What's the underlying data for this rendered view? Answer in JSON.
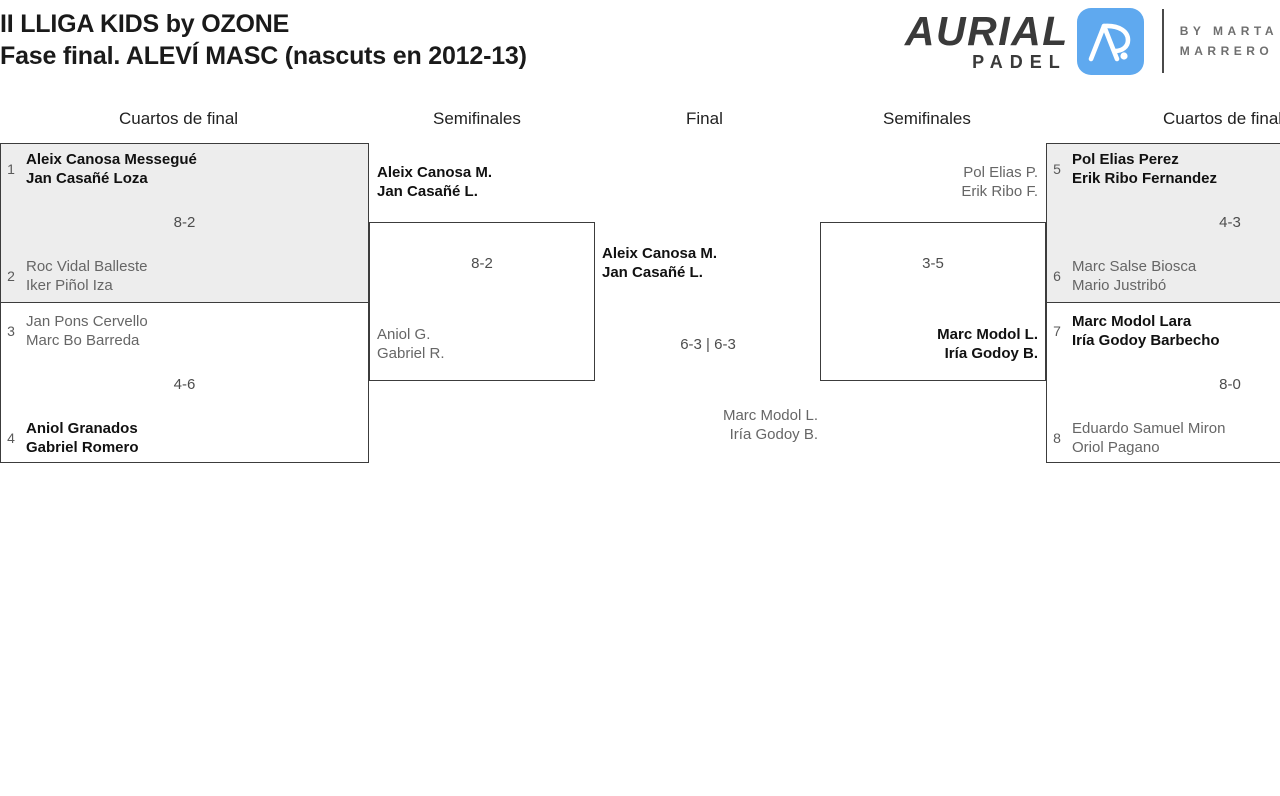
{
  "header": {
    "title_line1": "II LLIGA KIDS by OZONE",
    "title_line2": "Fase final. ALEVÍ MASC (nascuts en 2012-13)"
  },
  "logo": {
    "brand": "AURIAL",
    "sub": "PADEL",
    "mark_alt": "ap-monogram-icon",
    "by_line1": "BY MARTA",
    "by_line2": "MARRERO",
    "mark_color": "#5fa9ef"
  },
  "rounds": {
    "qf_left": "Cuartos de final",
    "sf_left": "Semifinales",
    "final": "Final",
    "sf_right": "Semifinales",
    "qf_right": "Cuartos de final"
  },
  "bracket": {
    "qf": [
      {
        "seed_top": "1",
        "top_p1": "Aleix Canosa Messegué",
        "top_p2": "Jan Casañé Loza",
        "top_result": "win",
        "seed_bottom": "2",
        "bottom_p1": "Roc Vidal Balleste",
        "bottom_p2": "Iker Piñol Iza",
        "bottom_result": "lose",
        "score": "8-2"
      },
      {
        "seed_top": "3",
        "top_p1": "Jan Pons Cervello",
        "top_p2": "Marc Bo Barreda",
        "top_result": "lose",
        "seed_bottom": "4",
        "bottom_p1": "Aniol Granados",
        "bottom_p2": "Gabriel Romero",
        "bottom_result": "win",
        "score": "4-6"
      },
      {
        "seed_top": "5",
        "top_p1": "Pol Elias Perez",
        "top_p2": "Erik Ribo Fernandez",
        "top_result": "win",
        "seed_bottom": "6",
        "bottom_p1": "Marc Salse Biosca",
        "bottom_p2": "Mario Justribó",
        "bottom_result": "lose",
        "score": "4-3"
      },
      {
        "seed_top": "7",
        "top_p1": "Marc Modol Lara",
        "top_p2": "Iría Godoy Barbecho",
        "top_result": "win",
        "seed_bottom": "8",
        "bottom_p1": "Eduardo Samuel Miron",
        "bottom_p2": "Oriol Pagano",
        "bottom_result": "lose",
        "score": "8-0"
      }
    ],
    "sf": [
      {
        "top_p1": "Aleix Canosa M.",
        "top_p2": "Jan Casañé L.",
        "top_result": "win",
        "bottom_p1": "Aniol G.",
        "bottom_p2": "Gabriel R.",
        "bottom_result": "lose",
        "score": "8-2"
      },
      {
        "top_p1": "Pol Elias P.",
        "top_p2": "Erik Ribo F.",
        "top_result": "lose",
        "bottom_p1": "Marc Modol L.",
        "bottom_p2": "Iría Godoy B.",
        "bottom_result": "win",
        "score": "3-5"
      }
    ],
    "final": {
      "top_p1": "Aleix Canosa M.",
      "top_p2": "Jan Casañé L.",
      "top_result": "win",
      "bottom_p1": "Marc Modol L.",
      "bottom_p2": "Iría Godoy B.",
      "bottom_result": "lose",
      "score": "6-3 | 6-3"
    }
  }
}
